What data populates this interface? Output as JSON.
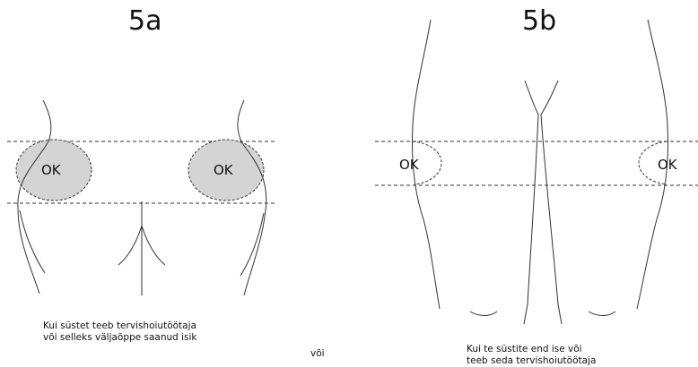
{
  "panel_a": {
    "title": "5a",
    "ok_left": "OK",
    "ok_right": "OK",
    "caption_line1": "Kui süstet teeb tervishoiutöötaja",
    "caption_line2": "või selleks väljaõppe saanud isik"
  },
  "panel_b": {
    "title": "5b",
    "ok_left": "OK",
    "ok_right": "OK",
    "caption_line1": "Kui te süstite end ise või",
    "caption_line2": "teeb seda tervishoiutöötaja"
  },
  "separator": "või",
  "colors": {
    "line": "#333333",
    "shaded_zone": "#d4d4d4",
    "text": "#111111"
  }
}
